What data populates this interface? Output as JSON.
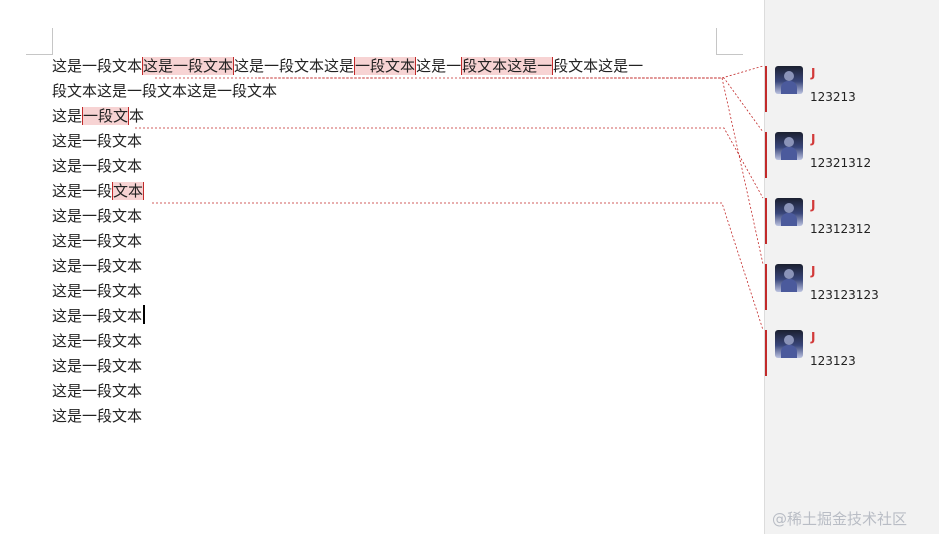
{
  "document": {
    "lines": [
      [
        {
          "text": "这是一段文本",
          "hl": "none"
        },
        {
          "text": "这是一段文本",
          "hl": "full"
        },
        {
          "text": "这是一段文本这是",
          "hl": "none"
        },
        {
          "text": "一段文本",
          "hl": "full"
        },
        {
          "text": "这是一",
          "hl": "none"
        },
        {
          "text": "段文本这是一",
          "hl": "full"
        },
        {
          "text": "段文本这是一",
          "hl": "none"
        }
      ],
      [
        {
          "text": "段文本这是一段文本这是一段文本",
          "hl": "none"
        }
      ],
      [
        {
          "text": "这是",
          "hl": "none"
        },
        {
          "text": "一段文",
          "hl": "full"
        },
        {
          "text": "本",
          "hl": "none"
        }
      ],
      [
        {
          "text": "这是一段文本",
          "hl": "none"
        }
      ],
      [
        {
          "text": "这是一段文本",
          "hl": "none"
        }
      ],
      [
        {
          "text": "这是一段",
          "hl": "none"
        },
        {
          "text": "文本",
          "hl": "full"
        }
      ],
      [
        {
          "text": "这是一段文本",
          "hl": "none"
        }
      ],
      [
        {
          "text": "这是一段文本",
          "hl": "none"
        }
      ],
      [
        {
          "text": "这是一段文本",
          "hl": "none"
        }
      ],
      [
        {
          "text": "这是一段文本",
          "hl": "none"
        }
      ],
      [
        {
          "text": "这是一段文本",
          "hl": "caret"
        }
      ],
      [
        {
          "text": "这是一段文本",
          "hl": "none"
        }
      ],
      [
        {
          "text": "这是一段文本",
          "hl": "none"
        }
      ],
      [
        {
          "text": "这是一段文本",
          "hl": "none"
        }
      ],
      [
        {
          "text": "这是一段文本",
          "hl": "none"
        }
      ]
    ]
  },
  "comments": [
    {
      "author": "J",
      "text": "123213"
    },
    {
      "author": "J",
      "text": "12321312"
    },
    {
      "author": "J",
      "text": "12312312"
    },
    {
      "author": "J",
      "text": "123123123"
    },
    {
      "author": "J",
      "text": "123123"
    }
  ],
  "colors": {
    "highlight": "#f7d3d3",
    "accent": "#c22a2a",
    "author": "#d23a3a"
  },
  "watermark": "@稀土掘金技术社区"
}
